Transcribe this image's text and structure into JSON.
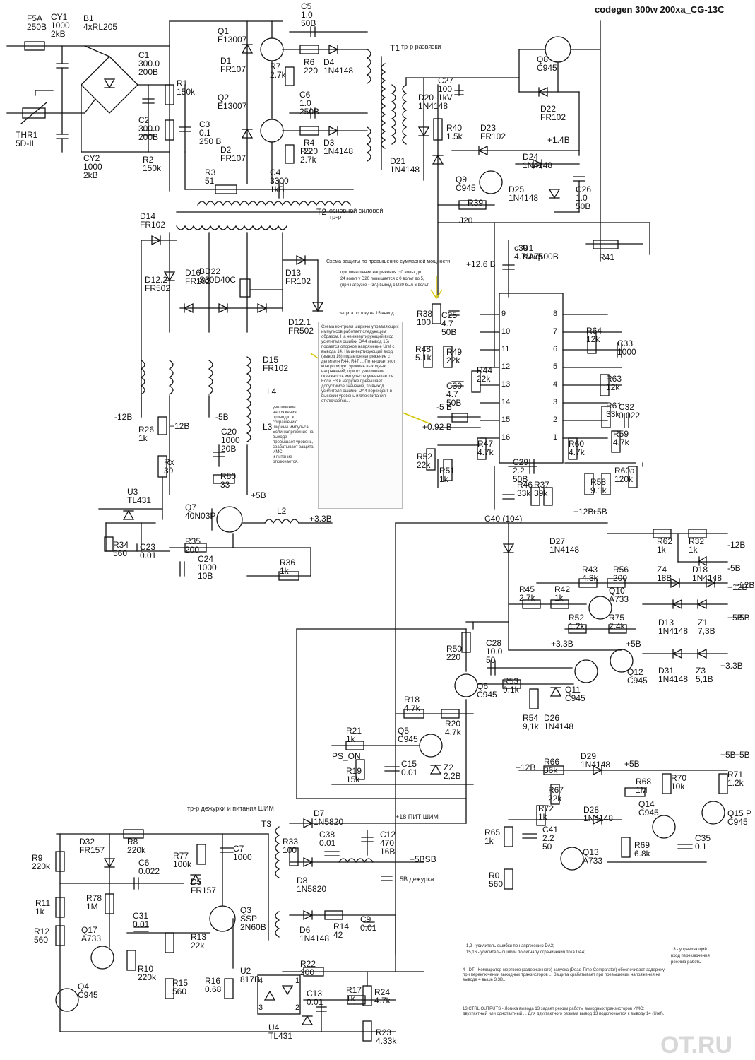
{
  "title": "codegen 300w 200xa_CG-13C",
  "annotations": {
    "t1_label": "Т1",
    "t1_desc": "тр-р развязки",
    "t2_label": "T2",
    "t2_desc": "основной силовой тр-р",
    "t3_label": "T3",
    "t3_desc": "тр-р дежурки и питания ШИМ",
    "pit_shim": "+18 ПИТ ШИМ",
    "dezhurka": "5В дежурка",
    "bsb": "+5BSB",
    "ps_on": "PS_ON",
    "scheme_note_title": "Схема защиты по превышению суммарной мощности",
    "scheme_note_body": "при повышении напряжения с 0 вольт до\n24 вольт у D20 повышается с 0 вольт до 5,\n(при нагрузке ~ 3А) вывод с D20 был 6 вольт",
    "pin15_note": "защита по току на 15 вывод",
    "long_note_left": "увеличение напряжения\nприводит к сокращению\nширины импульса.\nЕсли напряжение на выходе\nпревышает уровень,\nсрабатывает защита ИМС\nи питание отключается.",
    "long_note_main": "Схема контроля ширины управляющих импульсов работает следующим образом. На неинвертирующий вход усилителя ошибки DA4 (вывод 15) подается опорное напряжение Uref с вывода 14. На инвертирующий вход (вывод 16) подается напряжение с делителя R44, R47 ... Потенциал этот контролирует уровень выходных напряжений; при их увеличении скважность импульсов уменьшается ... Если ЕЗ в нагрузке превышает допустимое значение, то выход усилителя ошибки DA4 переходит в высокий уровень и блок питания отключается...",
    "bottom_note_1": "1,2 - усилитель ошибки по напряжению DA3;\n15,16 - усилитель ошибки по сигналу ограничения тока DA4;",
    "bottom_note_2": "4 - DT - Компаратор мертвого (задержанного) запуска (Dead-Time Comparator) обеспечивает задержку при переключении выходных транзисторов ... Защита срабатывает при превышении напряжения на выводе 4 выше 3.3В...",
    "bottom_note_3": "13 CTRL OUTPUTS - Логика вывода 13 задает режим работы выходных транзисторов ИМС: двухтактный или однотактный ... Для двухтактного режима вывод 13 подключается к выводу 14 (Uref).",
    "side_note": "13 - управляющий\nвход переключения\nрежима работы",
    "watermark": "OT.RU"
  },
  "components": {
    "F5A": [
      "F5A",
      "250B"
    ],
    "CY1": [
      "CY1",
      "1000",
      "2kB"
    ],
    "B1": [
      "B1",
      "4xRL205"
    ],
    "C1": [
      "C1",
      "300.0",
      "200B"
    ],
    "C2": [
      "C2",
      "300.0",
      "200B"
    ],
    "R1": [
      "R1",
      "150k"
    ],
    "R2": [
      "R2",
      "150k"
    ],
    "C3": [
      "C3",
      "0.1",
      "250 B"
    ],
    "CY2": [
      "CY2",
      "1000",
      "2kB"
    ],
    "THR1": [
      "THR1",
      "5D-II"
    ],
    "Q1": [
      "Q1",
      "E13007"
    ],
    "D1": [
      "D1",
      "FR107"
    ],
    "Q2": [
      "Q2",
      "E13007"
    ],
    "D2": [
      "D2",
      "FR107"
    ],
    "C5": [
      "C5",
      "1.0",
      "50B"
    ],
    "R6": [
      "R6",
      "220"
    ],
    "D4": [
      "D4",
      "1N4148"
    ],
    "R7": [
      "R7",
      "2.7k"
    ],
    "C6": [
      "C6",
      "1.0",
      "250B"
    ],
    "R4": [
      "R4",
      "220"
    ],
    "D3": [
      "D3",
      "1N4148"
    ],
    "R5": [
      "R5",
      "2.7k"
    ],
    "R3": [
      "R3",
      "51"
    ],
    "C4": [
      "C4",
      "3300",
      "1kB"
    ],
    "Q8": [
      "Q8",
      "C945"
    ],
    "C27": [
      "C27",
      "100",
      "1kV"
    ],
    "D20": [
      "D20",
      "1N4148"
    ],
    "D22": [
      "D22",
      "FR102"
    ],
    "R40": [
      "R40",
      "1.5k"
    ],
    "D23": [
      "D23",
      "FR102"
    ],
    "D21": [
      "D21",
      "1N4148"
    ],
    "D24": [
      "D24",
      "1N4148"
    ],
    "Q9": [
      "Q9",
      "C945"
    ],
    "D25": [
      "D25",
      "1N4148"
    ],
    "C26": [
      "C26",
      "1.0",
      "50B"
    ],
    "R39": [
      "R39"
    ],
    "J20": [
      "J20"
    ],
    "R41": [
      "R41"
    ],
    "C39": [
      "c39",
      "4.7мкф"
    ],
    "U1": [
      "U1",
      "KA7500B"
    ],
    "plus14": [
      "+1.4B"
    ],
    "plus126": [
      "+12.6 B"
    ],
    "D14": [
      "D14",
      "FR102"
    ],
    "D122": [
      "D12.2",
      "FR502"
    ],
    "D16": [
      "D16",
      "FR102"
    ],
    "BD22": [
      "BD22",
      "S30D40C"
    ],
    "D13": [
      "D13",
      "FR102"
    ],
    "D121": [
      "D12.1",
      "FR502"
    ],
    "D15": [
      "D15",
      "FR102"
    ],
    "L4": [
      "L4"
    ],
    "L3": [
      "L3"
    ],
    "C20": [
      "C20",
      "1000",
      "20B"
    ],
    "R80": [
      "R80",
      "33"
    ],
    "R26": [
      "R26",
      "1k"
    ],
    "Rx": [
      "Rx",
      "39"
    ],
    "U3": [
      "U3",
      "TL431"
    ],
    "Q7": [
      "Q7",
      "40N03P"
    ],
    "L2": [
      "L2"
    ],
    "R34": [
      "R34",
      "560"
    ],
    "C23": [
      "C23",
      "0.01"
    ],
    "R35": [
      "R35",
      "200"
    ],
    "C24": [
      "C24",
      "1000",
      "10B"
    ],
    "R36": [
      "R36",
      "1k"
    ],
    "v_m12": [
      "-12B"
    ],
    "v_p12": [
      "+12B"
    ],
    "v_m5": [
      "-5B"
    ],
    "v_p5": [
      "+5B"
    ],
    "v_p33": [
      "+3.3B"
    ],
    "R38": [
      "R38",
      "100"
    ],
    "C25": [
      "C25",
      "4.7",
      "50B"
    ],
    "R48": [
      "R48",
      "5.1k"
    ],
    "R49": [
      "R49",
      "22k"
    ],
    "C30": [
      "C30",
      "4.7",
      "50B"
    ],
    "R44": [
      "R44",
      "22k"
    ],
    "R52": [
      "R52",
      "22k"
    ],
    "R51": [
      "R51",
      "1k"
    ],
    "R47": [
      "R47",
      "4.7k"
    ],
    "v_m5b": [
      "-5 B"
    ],
    "v_092": [
      "+0.92 B"
    ],
    "C29": [
      "C29",
      "2.2",
      "50B"
    ],
    "C40": [
      "C40 (104)"
    ],
    "R46": [
      "R46",
      "33k"
    ],
    "R37": [
      "R37",
      "39k"
    ],
    "R64": [
      "R64",
      "12k"
    ],
    "C33": [
      "C33",
      "1000"
    ],
    "R63": [
      "R63",
      "12k"
    ],
    "R61": [
      "R61",
      "33k"
    ],
    "C32": [
      "C32",
      "0.022"
    ],
    "R59": [
      "R59",
      "4.7k"
    ],
    "R60": [
      "R60",
      "4.7k"
    ],
    "R58": [
      "R58",
      "9.1k"
    ],
    "R60a": [
      "R60a",
      "120k"
    ],
    "v_p12b": [
      "+12B"
    ],
    "v_p5b": [
      "+5B"
    ],
    "D27": [
      "D27",
      "1N4148"
    ],
    "R62": [
      "R62",
      "1k"
    ],
    "R32": [
      "R32",
      "1k"
    ],
    "R43": [
      "R43",
      "4.3k"
    ],
    "R56": [
      "R56",
      "200"
    ],
    "Z4": [
      "Z4",
      "18B"
    ],
    "D18": [
      "D18",
      "1N4148"
    ],
    "R45": [
      "R45",
      "2,7k"
    ],
    "R42": [
      "R42",
      "1k"
    ],
    "Q10": [
      "Q10",
      "A733"
    ],
    "R52b": [
      "R52",
      "1.2k"
    ],
    "R75": [
      "R75",
      "2.4k"
    ],
    "D13b": [
      "D13",
      "1N4148"
    ],
    "Z1": [
      "Z1",
      "7,3B"
    ],
    "D31": [
      "D31",
      "1N4148"
    ],
    "Z3": [
      "Z3",
      "5,1B"
    ],
    "R50": [
      "R50",
      "220"
    ],
    "C28": [
      "C28",
      "10.0",
      "50"
    ],
    "Q12": [
      "Q12",
      "C945"
    ],
    "Q6": [
      "Q6",
      "C945"
    ],
    "R53": [
      "R53",
      "9.1k"
    ],
    "Q11": [
      "Q11",
      "C945"
    ],
    "R54": [
      "R54",
      "9,1k"
    ],
    "D26": [
      "D26",
      "1N4148"
    ],
    "R18": [
      "R18",
      "4,7k"
    ],
    "Q5": [
      "Q5",
      "C945"
    ],
    "R20": [
      "R20",
      "4,7k"
    ],
    "R21": [
      "R21",
      "1k"
    ],
    "R19": [
      "R19",
      "15k"
    ],
    "C15": [
      "C15",
      "0.01"
    ],
    "Z2": [
      "Z2",
      "2,2B"
    ],
    "R66": [
      "R66",
      "36k"
    ],
    "D29": [
      "D29",
      "1N4148"
    ],
    "R70": [
      "R70",
      "10k"
    ],
    "R71": [
      "R71",
      "1.2k"
    ],
    "R68": [
      "R68",
      "1M"
    ],
    "R67": [
      "R67",
      "22k"
    ],
    "Q14": [
      "Q14",
      "C945"
    ],
    "Q15": [
      "Q15",
      "C945"
    ],
    "R72": [
      "R72",
      "1k"
    ],
    "D28": [
      "D28",
      "1N4148"
    ],
    "C41": [
      "C41",
      "2.2",
      "50"
    ],
    "R65": [
      "R65",
      "1k"
    ],
    "R0": [
      "R0",
      "560"
    ],
    "Q13": [
      "Q13",
      "A733"
    ],
    "R69": [
      "R69",
      "6.8k"
    ],
    "C35": [
      "C35",
      "0.1"
    ],
    "D32": [
      "D32",
      "FR157"
    ],
    "R8": [
      "R8",
      "220k"
    ],
    "C6b": [
      "C6",
      "0.022"
    ],
    "R77": [
      "R77",
      "100k"
    ],
    "C7": [
      "C7",
      "1000"
    ],
    "D5": [
      "D5",
      "FR157"
    ],
    "R78": [
      "R78",
      "1M"
    ],
    "Q3": [
      "Q3",
      "SSP",
      "2N60B"
    ],
    "R9": [
      "R9",
      "220k"
    ],
    "R11": [
      "R11",
      "1k"
    ],
    "R12": [
      "R12",
      "560"
    ],
    "C31": [
      "C31",
      "0.01"
    ],
    "Q17": [
      "Q17",
      "A733"
    ],
    "R13": [
      "R13",
      "22k"
    ],
    "R10": [
      "R10",
      "220k"
    ],
    "Q4": [
      "Q4",
      "C945"
    ],
    "R15": [
      "R15",
      "560"
    ],
    "R16": [
      "R16",
      "0.68"
    ],
    "U2": [
      "U2",
      "817B"
    ],
    "R22": [
      "R22",
      "200"
    ],
    "R17": [
      "R17",
      "1k"
    ],
    "R24": [
      "R24",
      "4.7k"
    ],
    "C13": [
      "C13",
      "0.01"
    ],
    "U4": [
      "U4",
      "TL431"
    ],
    "R23": [
      "R23",
      "4.33k"
    ],
    "R33": [
      "R33",
      "100"
    ],
    "D7": [
      "D7",
      "1N5820"
    ],
    "C38": [
      "C38",
      "0.01"
    ],
    "C12": [
      "C12",
      "470",
      "16B"
    ],
    "D8": [
      "D8",
      "1N5820"
    ],
    "D6": [
      "D6",
      "1N4148"
    ],
    "R14": [
      "R14",
      "42"
    ],
    "C9": [
      "C9",
      "0.01"
    ],
    "v_p5c": [
      "+5B"
    ],
    "v_p5d": [
      "+5B"
    ],
    "v_p33b": [
      "+3.3B"
    ],
    "v_p5e": [
      "+5B"
    ],
    "v_p12c": [
      "+12B"
    ],
    "v_m12b": [
      "-12B"
    ],
    "v_m5c": [
      "-5B"
    ],
    "v_p12d": [
      "+12B"
    ],
    "v_p5f": [
      "+5B"
    ],
    "v_p33c": [
      "+3.3B"
    ],
    "v_p5g": [
      "+5B"
    ],
    "v_p12e": [
      "+12B"
    ],
    "v_p5h": [
      "+5B"
    ],
    "v_P": [
      "P"
    ]
  },
  "ic_pins": [
    "9",
    "10",
    "11",
    "12",
    "13",
    "14",
    "15",
    "16",
    "8",
    "7",
    "6",
    "5",
    "4",
    "3",
    "2",
    "1"
  ],
  "optocoupler_pins": [
    "4",
    "1",
    "3",
    "2"
  ]
}
